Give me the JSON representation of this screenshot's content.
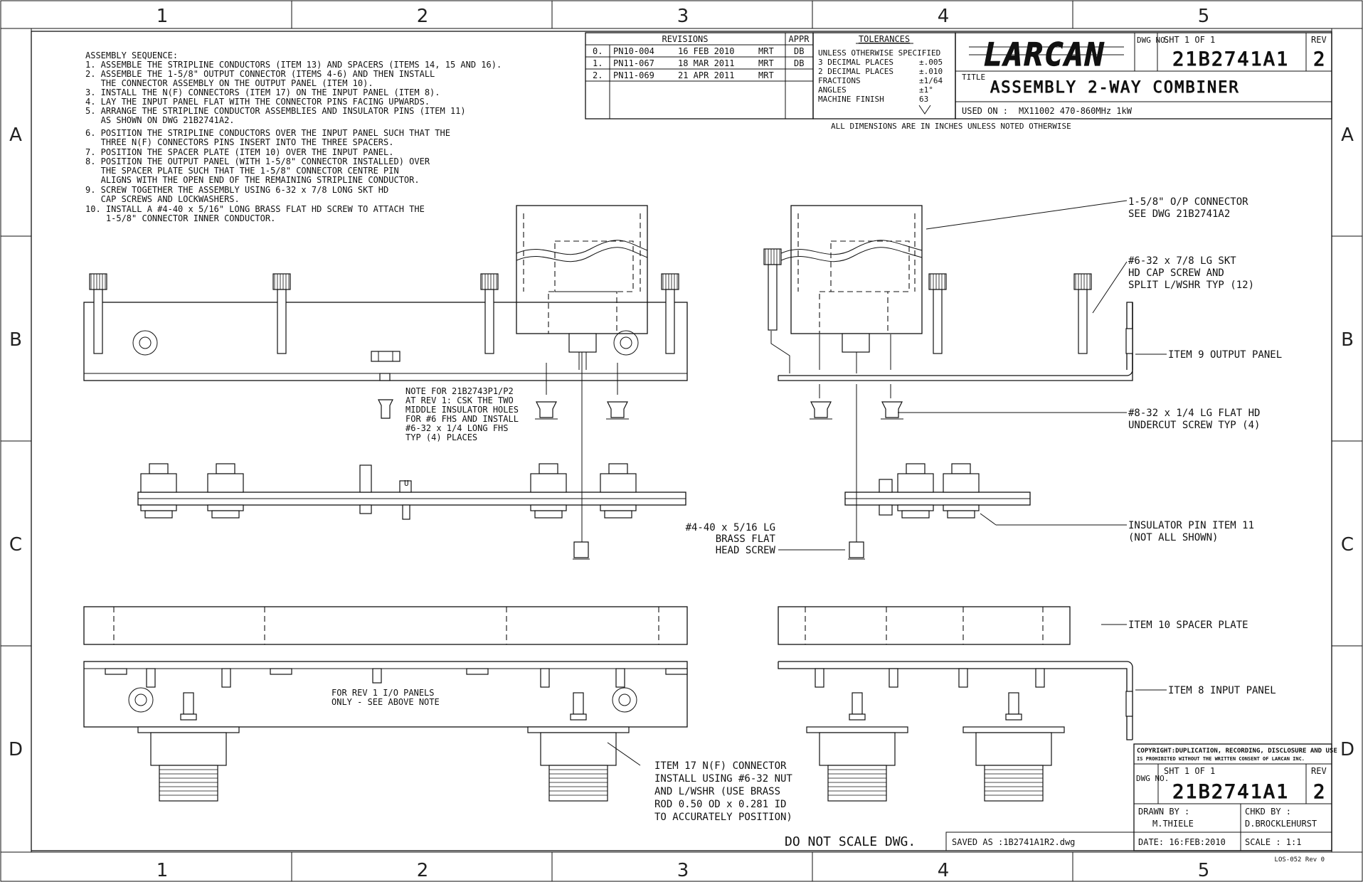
{
  "zones": {
    "columns": [
      "1",
      "2",
      "3",
      "4",
      "5"
    ],
    "rows": [
      "A",
      "B",
      "C",
      "D"
    ]
  },
  "assembly_sequence": {
    "heading": "ASSEMBLY SEQUENCE:",
    "lines": [
      "1. ASSEMBLE THE STRIPLINE CONDUCTORS (ITEM 13) AND SPACERS (ITEMS 14, 15 AND 16).",
      "2. ASSEMBLE THE 1-5/8\" OUTPUT CONNECTOR (ITEMS 4-6) AND THEN INSTALL",
      "   THE CONNECTOR ASSEMBLY ON THE OUTPUT PANEL (ITEM 10).",
      "3. INSTALL THE N(F) CONNECTORS (ITEM 17) ON THE INPUT PANEL (ITEM 8).",
      "4. LAY THE INPUT PANEL FLAT WITH THE CONNECTOR PINS FACING UPWARDS.",
      "5. ARRANGE THE STRIPLINE CONDUCTOR ASSEMBLIES AND INSULATOR PINS (ITEM 11)",
      "   AS SHOWN ON DWG 21B2741A2.",
      "6. POSITION THE STRIPLINE CONDUCTORS OVER THE INPUT PANEL SUCH THAT THE",
      "   THREE N(F) CONNECTORS PINS INSERT INTO THE THREE SPACERS.",
      "7. POSITION THE SPACER PLATE (ITEM 10) OVER THE INPUT PANEL.",
      "8. POSITION THE OUTPUT PANEL (WITH 1-5/8\" CONNECTOR INSTALLED) OVER",
      "   THE SPACER PLATE SUCH THAT THE 1-5/8\" CONNECTOR CENTRE PIN",
      "   ALIGNS WITH THE OPEN END OF THE REMAINING STRIPLINE CONDUCTOR.",
      "9. SCREW TOGETHER THE ASSEMBLY USING 6-32 x 7/8 LONG SKT HD",
      "   CAP SCREWS AND LOCKWASHERS.",
      "10. INSTALL A #4-40 x 5/16\" LONG BRASS FLAT HD SCREW TO ATTACH THE",
      "    1-5/8\" CONNECTOR INNER CONDUCTOR."
    ]
  },
  "revisions": {
    "heading": "REVISIONS",
    "appr_heading": "APPR",
    "rows": [
      {
        "rev": "0.",
        "ecn": "PN10-004",
        "date": "16 FEB 2010",
        "by": "MRT",
        "appr": "DB"
      },
      {
        "rev": "1.",
        "ecn": "PN11-067",
        "date": "18 MAR 2011",
        "by": "MRT",
        "appr": "DB"
      },
      {
        "rev": "2.",
        "ecn": "PN11-069",
        "date": "21 APR 2011",
        "by": "MRT",
        "appr": ""
      }
    ]
  },
  "tolerances": {
    "heading": "TOLERANCES",
    "unless": "UNLESS OTHERWISE SPECIFIED",
    "rows": [
      {
        "label": "3 DECIMAL PLACES",
        "value": "±.005"
      },
      {
        "label": "2 DECIMAL PLACES",
        "value": "±.010"
      },
      {
        "label": "FRACTIONS",
        "value": "±1/64"
      },
      {
        "label": "ANGLES",
        "value": "±1°"
      },
      {
        "label": "MACHINE FINISH",
        "value": "63"
      }
    ],
    "note": "ALL DIMENSIONS ARE IN INCHES UNLESS NOTED OTHERWISE"
  },
  "title_block_top": {
    "logo": "LARCAN",
    "dwg_label": "DWG NO.",
    "sheet": "SHT 1 OF 1",
    "dwg_no": "21B2741A1",
    "rev_label": "REV",
    "rev": "2",
    "title_label": "TITLE",
    "title": "ASSEMBLY 2-WAY COMBINER",
    "used_on_label": "USED ON :",
    "used_on": "MX11002 470-860MHz 1kW"
  },
  "callouts": {
    "op_connector": [
      "1-5/8\" O/P CONNECTOR",
      "SEE DWG 21B2741A2"
    ],
    "cap_screw": [
      "#6-32 x 7/8 LG SKT",
      "HD CAP SCREW AND",
      "SPLIT L/WSHR TYP (12)"
    ],
    "output_panel": "ITEM 9 OUTPUT PANEL",
    "undercut_screw": [
      "#8-32 x 1/4 LG FLAT HD",
      "UNDERCUT SCREW TYP (4)"
    ],
    "note_rev1": [
      "NOTE FOR 21B2743P1/P2",
      "AT REV 1: CSK THE TWO",
      "MIDDLE INSULATOR HOLES",
      "FOR #6 FHS AND INSTALL",
      "#6-32 x 1/4 LONG FHS",
      "TYP (4) PLACES"
    ],
    "brass_screw": [
      "#4-40 x 5/16 LG",
      "BRASS FLAT",
      "HEAD SCREW"
    ],
    "insulator_pin": [
      "INSULATOR PIN ITEM 11",
      "(NOT ALL SHOWN)"
    ],
    "spacer_plate": "ITEM 10 SPACER PLATE",
    "input_panel": "ITEM 8 INPUT PANEL",
    "rev1_panels": [
      "FOR REV 1 I/O PANELS",
      "ONLY - SEE ABOVE NOTE"
    ],
    "n_connector": [
      "ITEM 17 N(F) CONNECTOR",
      "INSTALL USING #6-32 NUT",
      "AND L/WSHR (USE BRASS",
      "ROD 0.50 OD x 0.281 ID",
      "TO ACCURATELY POSITION)"
    ]
  },
  "title_block_bottom": {
    "copyright_1": "COPYRIGHT:DUPLICATION, RECORDING, DISCLOSURE AND USE",
    "copyright_2": "IS PROHIBITED WITHOUT THE WRITTEN CONSENT OF LARCAN INC.",
    "dwg_label": "DWG NO.",
    "sheet": "SHT 1 OF 1",
    "dwg_no": "21B2741A1",
    "rev_label": "REV",
    "rev": "2",
    "drawn_label": "DRAWN BY :",
    "drawn_by": "M.THIELE",
    "chkd_label": "CHKD BY :",
    "chkd_by": "D.BROCKLEHURST",
    "date": "DATE: 16:FEB:2010",
    "scale": "SCALE : 1:1"
  },
  "footer": {
    "do_not_scale": "DO NOT SCALE DWG.",
    "saved_as": "SAVED AS :1B2741A1R2.dwg",
    "form_no": "LOS-052 Rev 0"
  }
}
